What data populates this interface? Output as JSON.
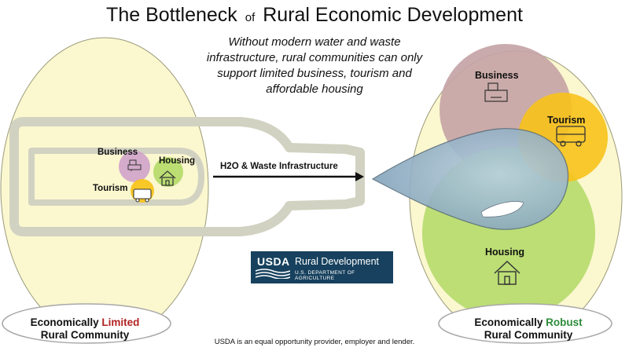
{
  "title": {
    "main_before": "The Bottleneck",
    "of": "of",
    "main_after": "Rural Economic Development"
  },
  "subtitle": "Without modern water and waste infrastructure, rural communities can only support limited business, tourism and affordable housing",
  "pipe_label": "H2O & Waste Infrastructure",
  "left_community": {
    "labels": {
      "business": "Business",
      "housing": "Housing",
      "tourism": "Tourism"
    },
    "badge_prefix": "Economically",
    "badge_status": "Limited",
    "badge_line2": "Rural Community"
  },
  "right_community": {
    "labels": {
      "business": "Business",
      "tourism": "Tourism",
      "housing": "Housing"
    },
    "badge_prefix": "Economically",
    "badge_status": "Robust",
    "badge_line2": "Rural Community"
  },
  "logo": {
    "mark": "USDA",
    "name": "Rural Development",
    "department": "U.S. DEPARTMENT OF AGRICULTURE"
  },
  "footer": "USDA is an equal opportunity provider, employer and lender.",
  "colors": {
    "egg": "#fbf7cf",
    "business": "#cfa2c9",
    "housing": "#b5da6a",
    "tourism": "#f7c21a",
    "drop": "#9fbfd6",
    "logo": "#17415e",
    "limited": "#b22222",
    "robust": "#2e8b3a"
  },
  "icons": [
    "cash-register-icon",
    "bus-icon",
    "house-icon",
    "arrow-icon",
    "bottle-icon",
    "water-drop-icon"
  ]
}
